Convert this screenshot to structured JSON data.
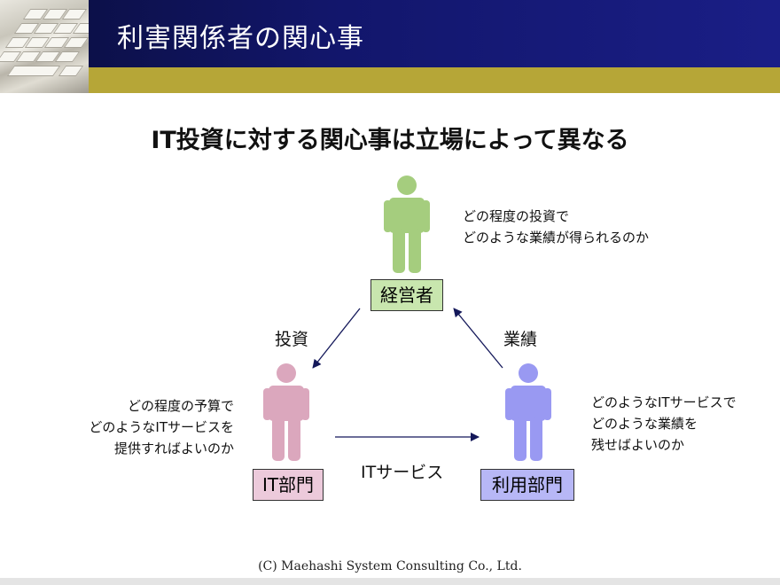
{
  "header": {
    "title": "利害関係者の関心事"
  },
  "subtitle": "IT投資に対する関心事は立場によって異なる",
  "roles": {
    "management": {
      "label": "経営者",
      "concern_lines": [
        "どの程度の投資で",
        "どのような業績が得られるのか"
      ],
      "color": "#a5cd7e"
    },
    "it": {
      "label": "IT部門",
      "concern_lines": [
        "どの程度の予算で",
        "どのようなITサービスを",
        "提供すればよいのか"
      ],
      "color": "#dba7bd"
    },
    "business": {
      "label": "利用部門",
      "concern_lines": [
        "どのようなITサービスで",
        "どのような業績を",
        "残せばよいのか"
      ],
      "color": "#9999f2"
    }
  },
  "arrows": {
    "investment": "投資",
    "performance": "業績",
    "it_service": "ITサービス"
  },
  "footer": "(C) Maehashi System Consulting Co., Ltd."
}
